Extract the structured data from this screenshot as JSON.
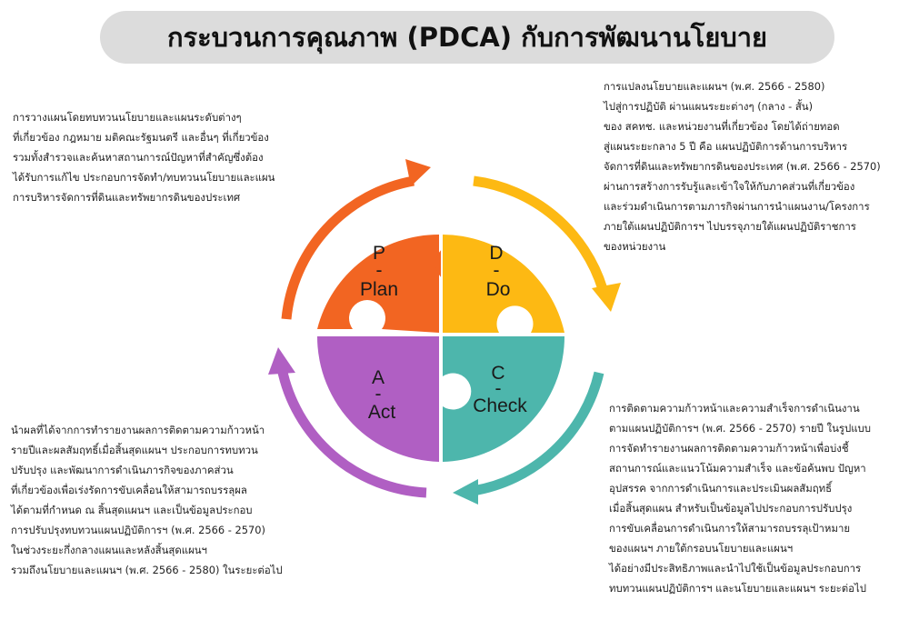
{
  "title": "กระบวนการคุณภาพ (PDCA) กับการพัฒนานโยบาย",
  "colors": {
    "plan": "#F26522",
    "do": "#FDB913",
    "check": "#4DB6AC",
    "act": "#B05FC3",
    "title_bg": "#DCDCDC"
  },
  "quadrants": {
    "plan": {
      "letter": "P",
      "dash": "-",
      "word": "Plan"
    },
    "do": {
      "letter": "D",
      "dash": "-",
      "word": "Do"
    },
    "check": {
      "letter": "C",
      "dash": "-",
      "word": "Check"
    },
    "act": {
      "letter": "A",
      "dash": "-",
      "word": "Act"
    }
  },
  "arrows": [
    {
      "name": "arrow-plan-to-do",
      "color": "orange"
    },
    {
      "name": "arrow-do-to-check",
      "color": "yellow"
    },
    {
      "name": "arrow-check-to-act",
      "color": "teal"
    },
    {
      "name": "arrow-act-to-plan",
      "color": "purple"
    }
  ],
  "paragraphs": {
    "plan": [
      "การวางแผนโดยทบทวนนโยบายและแผนระดับต่างๆ",
      "ที่เกี่ยวข้อง กฎหมาย มติคณะรัฐมนตรี และอื่นๆ ที่เกี่ยวข้อง",
      "รวมทั้งสำรวจและค้นหาสถานการณ์ปัญหาที่สำคัญซึ่งต้อง",
      "ได้รับการแก้ไข ประกอบการจัดทำ/ทบทวนนโยบายและแผน",
      "การบริหารจัดการที่ดินและทรัพยากรดินของประเทศ"
    ],
    "do": [
      "การแปลงนโยบายและแผนฯ (พ.ศ. 2566 - 2580)",
      "ไปสู่การปฏิบัติ ผ่านแผนระยะต่างๆ (กลาง - สั้น)",
      "ของ สคทช. และหน่วยงานที่เกี่ยวข้อง โดยได้ถ่ายทอด",
      "สู่แผนระยะกลาง 5 ปี คือ แผนปฏิบัติการด้านการบริหาร",
      "จัดการที่ดินและทรัพยากรดินของประเทศ (พ.ศ. 2566 - 2570)",
      "ผ่านการสร้างการรับรู้และเข้าใจให้กับภาคส่วนที่เกี่ยวข้อง",
      "และร่วมดำเนินการตามภารกิจผ่านการนำแผนงาน/โครงการ",
      "ภายใต้แผนปฏิบัติการฯ ไปบรรจุภายใต้แผนปฏิบัติราชการ",
      "ของหน่วยงาน"
    ],
    "act": [
      "นำผลที่ได้จากการทำรายงานผลการติดตามความก้าวหน้า",
      "รายปีและผลสัมฤทธิ์เมื่อสิ้นสุดแผนฯ ประกอบการทบทวน",
      "ปรับปรุง และพัฒนาการดำเนินภารกิจของภาคส่วน",
      "ที่เกี่ยวข้องเพื่อเร่งรัดการขับเคลื่อนให้สามารถบรรลุผล",
      "ได้ตามที่กำหนด ณ สิ้นสุดแผนฯ และเป็นข้อมูลประกอบ",
      "การปรับปรุงทบทวนแผนปฏิบัติการฯ (พ.ศ. 2566 - 2570)",
      "ในช่วงระยะกึ่งกลางแผนและหลังสิ้นสุดแผนฯ",
      "รวมถึงนโยบายและแผนฯ (พ.ศ. 2566 - 2580) ในระยะต่อไป"
    ],
    "check": [
      "การติดตามความก้าวหน้าและความสำเร็จการดำเนินงาน",
      "ตามแผนปฏิบัติการฯ (พ.ศ. 2566 - 2570) รายปี ในรูปแบบ",
      "การจัดทำรายงานผลการติดตามความก้าวหน้าเพื่อบ่งชี้",
      "สถานการณ์และแนวโน้มความสำเร็จ และข้อค้นพบ ปัญหา",
      "อุปสรรค จากการดำเนินการและประเมินผลสัมฤทธิ์",
      "เมื่อสิ้นสุดแผน สำหรับเป็นข้อมูลไปประกอบการปรับปรุง",
      "การขับเคลื่อนการดำเนินการให้สามารถบรรลุเป้าหมาย",
      "ของแผนฯ ภายใต้กรอบนโยบายและแผนฯ",
      "ได้อย่างมีประสิทธิภาพและนำไปใช้เป็นข้อมูลประกอบการ",
      "ทบทวนแผนปฏิบัติการฯ และนโยบายและแผนฯ ระยะต่อไป"
    ]
  }
}
